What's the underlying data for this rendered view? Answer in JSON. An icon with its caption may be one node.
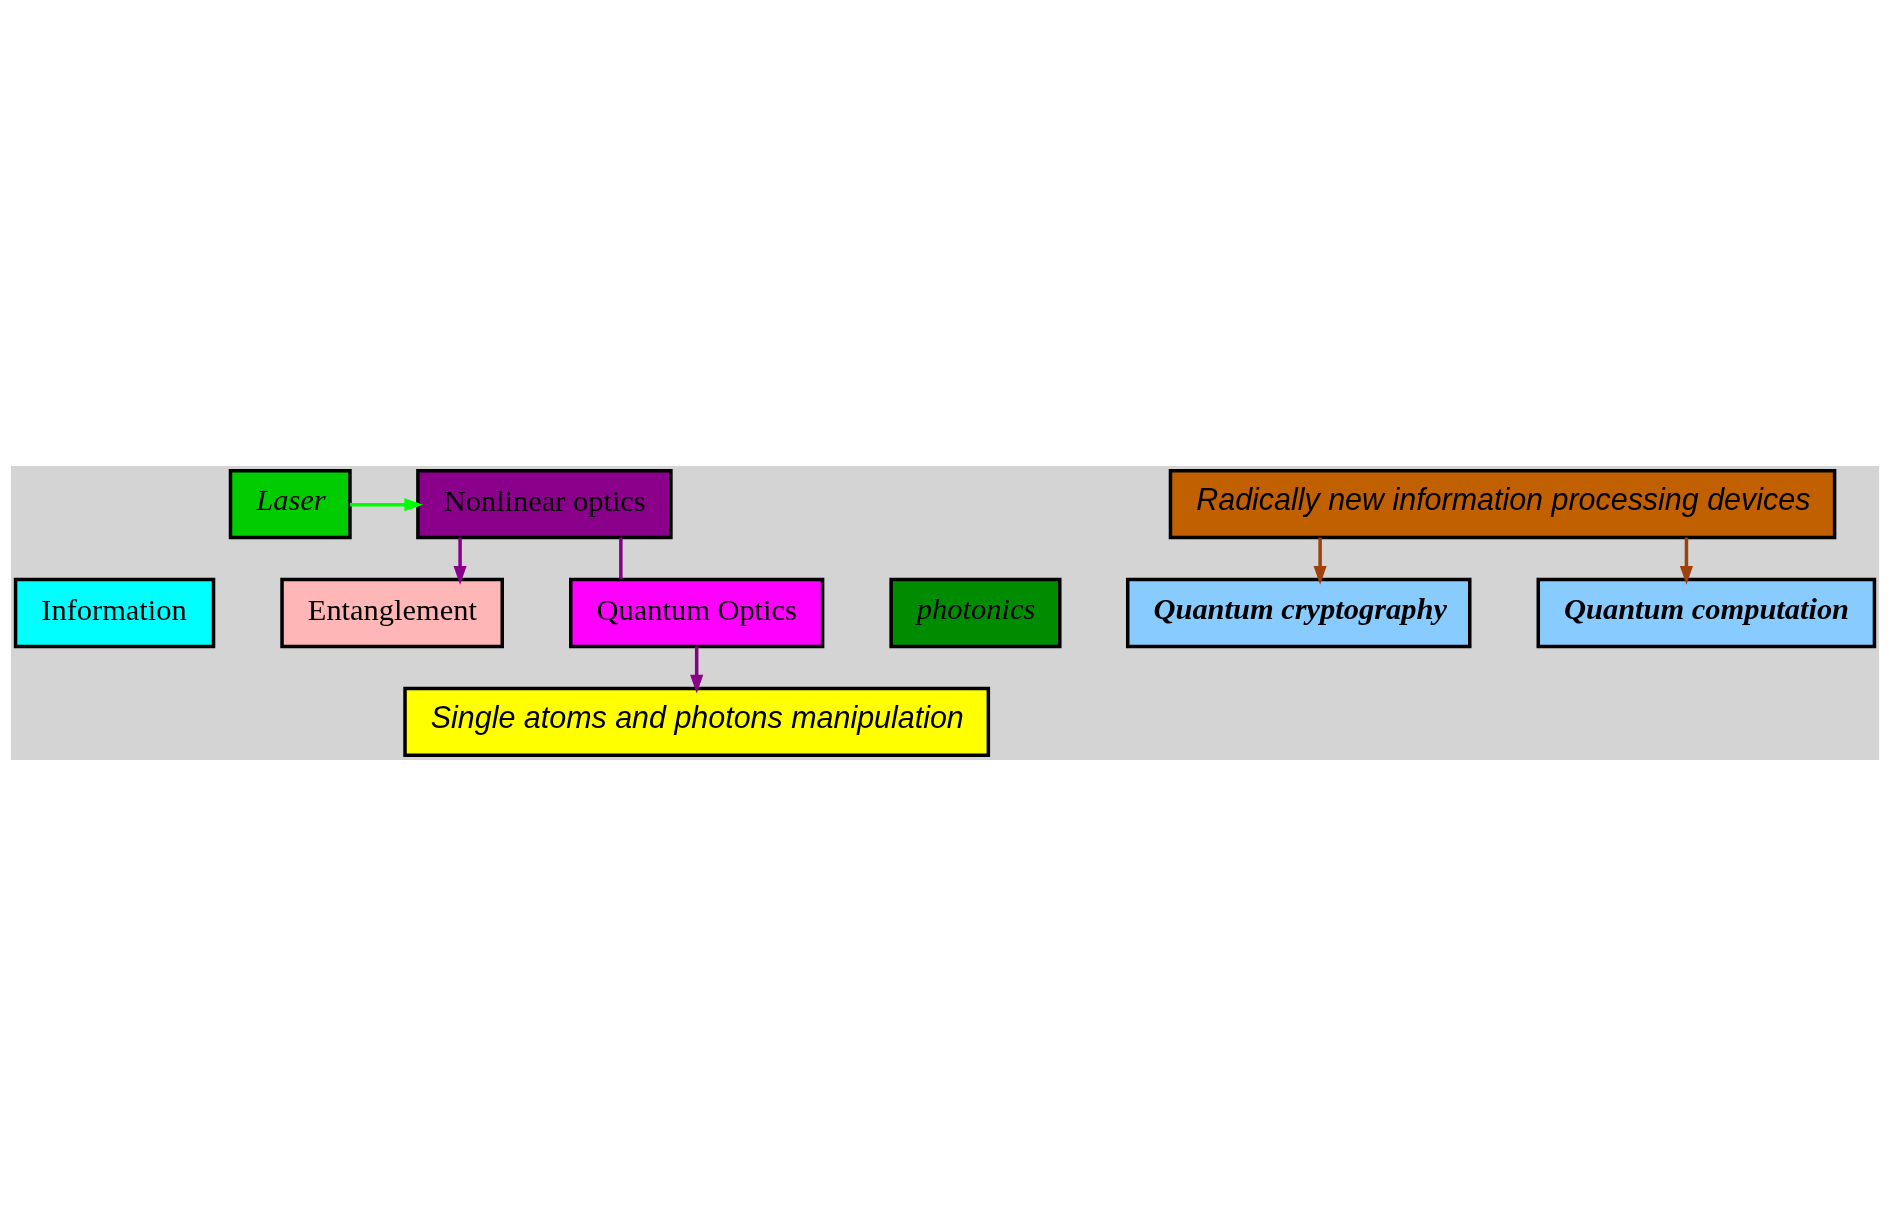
{
  "diagram": {
    "nodes": [
      {
        "text": [
          "Information"
        ]
      },
      {
        "text": [
          "Entanglement"
        ]
      },
      {
        "text": [
          "Nonlinear optics"
        ]
      },
      {
        "text": [
          "Laser"
        ]
      },
      {
        "text": [
          "photonics"
        ]
      },
      {
        "text": [
          "Quantum Optics"
        ]
      },
      {
        "text": [
          "Single atoms and photons manipulation"
        ]
      },
      {
        "text": [
          "Radically new information processing devices"
        ]
      },
      {
        "text": [
          "Quantum cryptography"
        ]
      },
      {
        "text": [
          "Quantum computation"
        ]
      }
    ],
    "edges": [
      {
        "from": 3,
        "to": 2,
        "arrow": "to",
        "color": "#00ff00"
      },
      {
        "from": 2,
        "to": 1,
        "arrow": "to"
      },
      {
        "from": 2,
        "to": 5,
        "arrow": "none"
      },
      {
        "from": 5,
        "to": 6,
        "arrow": "to"
      },
      {
        "from": 7,
        "to": 8,
        "arrow": "to",
        "color": "#a0400a"
      },
      {
        "from": 7,
        "to": 9,
        "arrow": "to",
        "color": "#a0400a"
      }
    ]
  }
}
